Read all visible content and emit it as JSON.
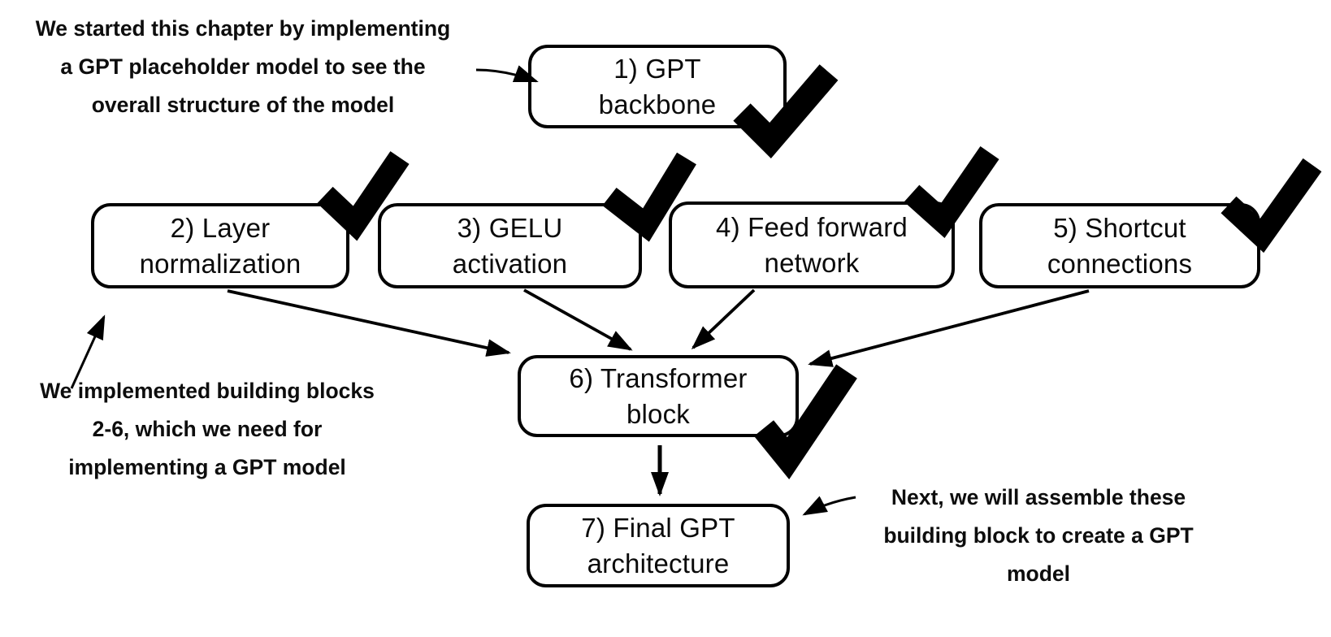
{
  "canvas": {
    "background": "#ffffff",
    "ink": "#000000"
  },
  "notes": {
    "top_left": {
      "lines": [
        "We started this chapter by implementing",
        "a GPT placeholder model to see the",
        "overall structure of the model"
      ]
    },
    "mid_left": {
      "lines": [
        "We implemented building blocks",
        "2-6, which we need for",
        "implementing a GPT model"
      ]
    },
    "bottom_right": {
      "lines": [
        "Next, we will assemble these",
        "building block to create a GPT",
        "model"
      ]
    }
  },
  "boxes": {
    "gpt_backbone": {
      "lines": [
        "1) GPT",
        "backbone"
      ],
      "checked": true
    },
    "layer_norm": {
      "lines": [
        "2) Layer",
        "normalization"
      ],
      "checked": true
    },
    "gelu": {
      "lines": [
        "3) GELU",
        "activation"
      ],
      "checked": true
    },
    "feed_forward": {
      "lines": [
        "4) Feed forward",
        "network"
      ],
      "checked": true
    },
    "shortcut": {
      "lines": [
        "5) Shortcut",
        "connections"
      ],
      "checked": true
    },
    "transformer": {
      "lines": [
        "6) Transformer",
        "block"
      ],
      "checked": true
    },
    "final_gpt": {
      "lines": [
        "7) Final GPT",
        "architecture"
      ],
      "checked": false
    }
  },
  "icons": {
    "check": "✔"
  }
}
